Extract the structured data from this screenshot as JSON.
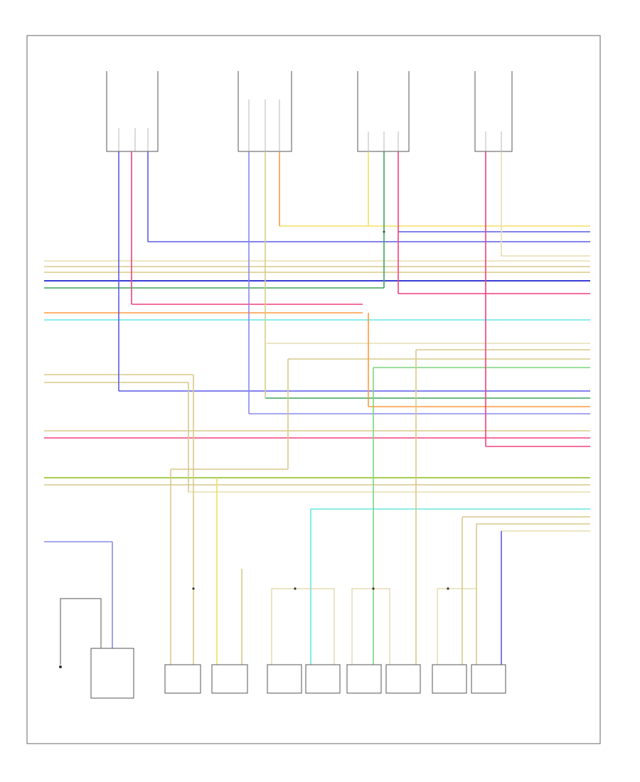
{
  "diagram": {
    "document_id": "",
    "top_components": [
      {
        "id": "c1",
        "label": ""
      },
      {
        "id": "c2",
        "label": ""
      },
      {
        "id": "c3",
        "label": ""
      },
      {
        "id": "c4",
        "label": ""
      }
    ],
    "bottom_group_labels": [
      {
        "id": "g1",
        "label": ""
      },
      {
        "id": "g2",
        "label": ""
      }
    ],
    "colors": {
      "blue": "#5a5ae6",
      "pink": "#f0407a",
      "orange": "#ff9a3c",
      "yellow": "#f2e060",
      "tan": "#d8c98a",
      "green": "#3aa35a",
      "lightgreen": "#7dd37d",
      "cyan": "#66e6e6",
      "olive": "#a6cc50",
      "gray": "#aaaaaa",
      "red": "#e03c3c"
    }
  }
}
